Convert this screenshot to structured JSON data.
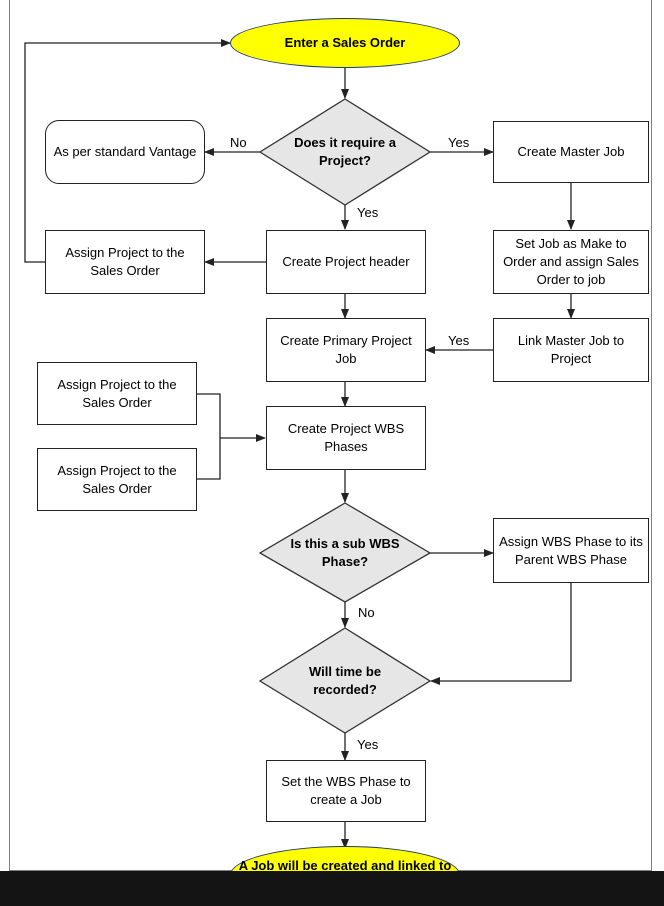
{
  "nodes": {
    "start": "Enter a Sales Order",
    "requires_project": "Does it require a Project?",
    "standard": "As per standard Vantage",
    "create_master_job": "Create Master Job",
    "assign_project_top": "Assign Project to the Sales Order",
    "create_project_header": "Create Project header",
    "set_job_make_to_order": "Set Job as Make to Order and assign Sales Order to job",
    "create_primary_job": "Create Primary Project Job",
    "link_master_job": "Link Master Job to Project",
    "assign_project_mid1": "Assign Project to the Sales Order",
    "assign_project_mid2": "Assign Project to the Sales Order",
    "create_wbs_phases": "Create Project WBS Phases",
    "is_sub_wbs": "Is this a sub WBS Phase?",
    "assign_parent_wbs": "Assign WBS Phase to its Parent WBS Phase",
    "time_recorded": "Will time be recorded?",
    "set_wbs_job": "Set the WBS Phase to create a Job",
    "end": "A Job will be created and linked to the Master Job"
  },
  "edge_labels": {
    "no_standard": "No",
    "yes_master": "Yes",
    "yes_header": "Yes",
    "yes_link": "Yes",
    "no_time": "No",
    "yes_set": "Yes"
  },
  "colors": {
    "terminator_fill": "#ffff00",
    "terminator_border": "#1f3a73",
    "decision_fill": "#e6e6e6",
    "line": "#222222"
  }
}
